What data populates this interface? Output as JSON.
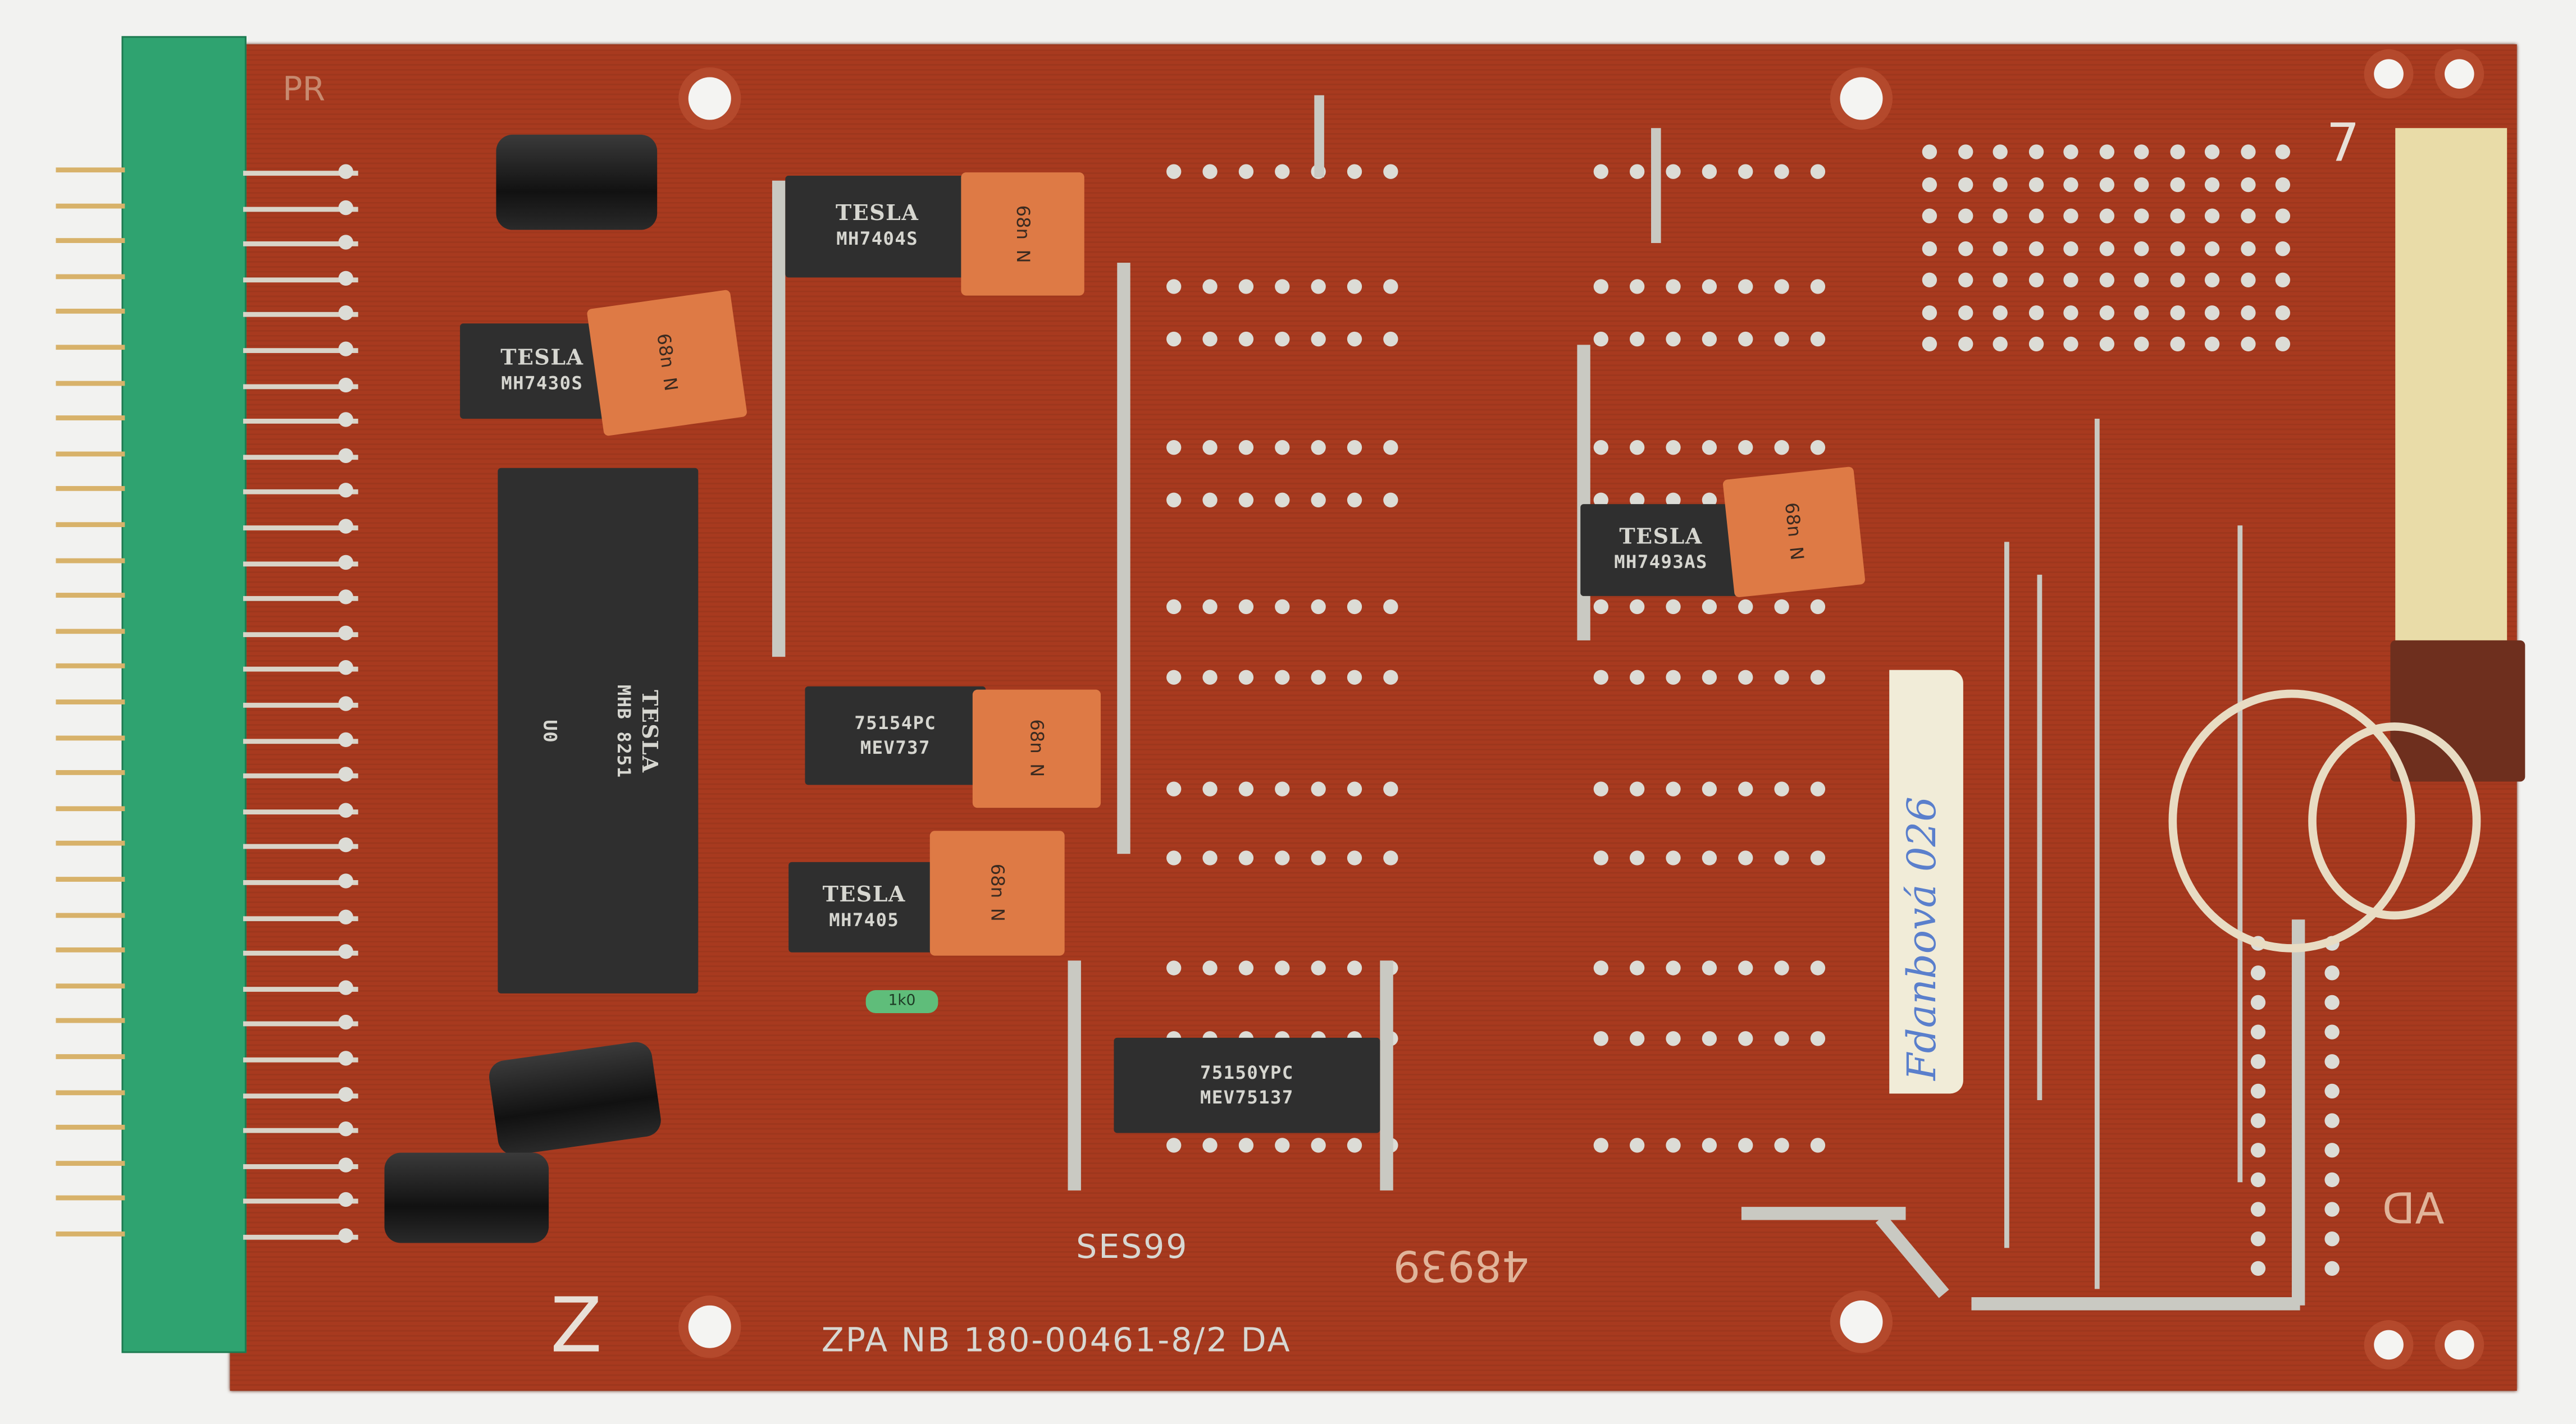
{
  "board": {
    "silkscreen_model": "SES99",
    "silkscreen_part": "ZPA NB 180-00461-8/2  DA",
    "handwritten_serial": "48939",
    "corner_mark_top_left": "PR",
    "corner_mark_top_right": "7",
    "corner_mark_bottom_left": "Z",
    "corner_mark_bottom_right": "AD"
  },
  "chips": [
    {
      "brand": "TESLA",
      "part": "MH7404S"
    },
    {
      "brand": "TESLA",
      "part": "MH7430S"
    },
    {
      "brand": "TESLA",
      "part": "MHB 8251",
      "mark": "U0"
    },
    {
      "part": "75154PC",
      "code": "MEV737"
    },
    {
      "brand": "TESLA",
      "part": "MH7405"
    },
    {
      "part": "75150YPC",
      "code": "MEV75137"
    },
    {
      "brand": "TESLA",
      "part": "MH7493AS"
    }
  ],
  "capacitor": {
    "value": "68n",
    "tolerance": "N"
  },
  "resistor": {
    "value": "1k0"
  },
  "sticker": {
    "text": "Fdanbová 026"
  },
  "colors": {
    "board": "#a83a1f",
    "connector": "#2fa370",
    "capacitor": "#de7a45",
    "chip": "#2f2f2f"
  }
}
